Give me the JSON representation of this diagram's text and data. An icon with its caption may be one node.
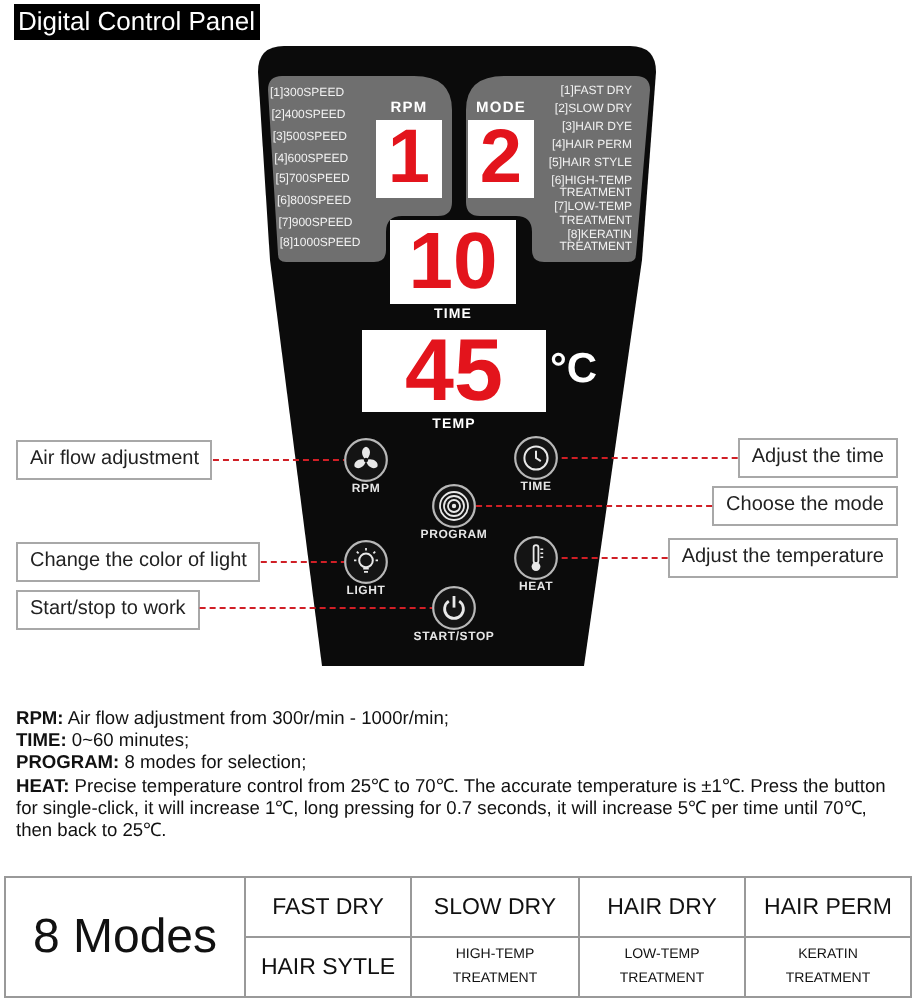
{
  "diagram": {
    "title": "Digital Control Panel",
    "nodes": [
      {
        "text": [],
        "shape": "box"
      },
      {
        "text": [
          "[1]300SPEED",
          "[2]400SPEED",
          "[3]500SPEED",
          "[4]600SPEED",
          "[5]700SPEED",
          "[6]800SPEED",
          "[7]900SPEED",
          "[8]1000SPEED"
        ],
        "in": 0
      },
      {
        "text": [
          "RPM",
          "1"
        ],
        "in": 1
      },
      {
        "text": [
          "[1]FAST DRY",
          "[2]SLOW DRY",
          "[3]HAIR DYE",
          "[4]HAIR PERM",
          "[5]HAIR STYLE",
          "[6]HIGH-TEMP TREATMENT",
          "[7]LOW-TEMP TREATMENT",
          "[8]KERATIN TREATMENT"
        ],
        "in": 0
      },
      {
        "text": [
          "MODE",
          "2"
        ],
        "in": 3
      },
      {
        "text": [
          "10",
          "TIME"
        ],
        "in": 0
      },
      {
        "text": [
          "45",
          "TEMP"
        ],
        "beside": [
          "°C"
        ],
        "in": 0
      },
      {
        "text": [
          "Air flow adjustment"
        ]
      },
      {
        "text": [],
        "shape": "circle",
        "beside": [
          "RPM"
        ],
        "in": 0
      },
      {
        "text": [],
        "shape": "circle",
        "beside": [
          "TIME"
        ],
        "in": 0
      },
      {
        "text": [
          "Adjust the time"
        ]
      },
      {
        "text": [],
        "shape": "circle",
        "beside": [
          "PROGRAM"
        ],
        "in": 0
      },
      {
        "text": [
          "Choose the mode"
        ]
      },
      {
        "text": [
          "Change the color of light"
        ]
      },
      {
        "text": [],
        "shape": "circle",
        "beside": [
          "LIGHT"
        ],
        "in": 0
      },
      {
        "text": [],
        "shape": "circle",
        "beside": [
          "HEAT"
        ],
        "in": 0
      },
      {
        "text": [
          "Adjust the temperature"
        ]
      },
      {
        "text": [
          "Start/stop to work"
        ]
      },
      {
        "text": [],
        "shape": "circle",
        "beside": [
          "START/STOP"
        ],
        "in": 0
      }
    ],
    "edges": [
      {
        "from": 7,
        "to": 8,
        "arrow": "none",
        "style": "dashed"
      },
      {
        "from": 10,
        "to": 9,
        "arrow": "none",
        "style": "dashed"
      },
      {
        "from": 12,
        "to": 11,
        "arrow": "none",
        "style": "dashed"
      },
      {
        "from": 13,
        "to": 14,
        "arrow": "none",
        "style": "dashed"
      },
      {
        "from": 16,
        "to": 15,
        "arrow": "none",
        "style": "dashed"
      },
      {
        "from": 17,
        "to": 18,
        "arrow": "none",
        "style": "dashed"
      }
    ],
    "labels": [
      "**RPM:** Air flow adjustment from 300r/min - 1000r/min;",
      "**TIME:** 0~60 minutes;",
      "**PROGRAM:** 8 modes for selection;",
      "**HEAT:** Precise temperature control from 25℃ to 70℃. The accurate temperature is ±1℃. Press the button for single-click, it will increase 1℃, long pressing for 0.7 seconds, it will increase 5℃ per time until 70℃, then back to 25℃.",
      "8 Modes",
      "FAST DRY",
      "SLOW DRY",
      "HAIR DRY",
      "HAIR PERM",
      "HAIR SYTLE",
      "HIGH-TEMP TREATMENT",
      "LOW-TEMP TREATMENT",
      "KERATIN TREATMENT"
    ]
  }
}
